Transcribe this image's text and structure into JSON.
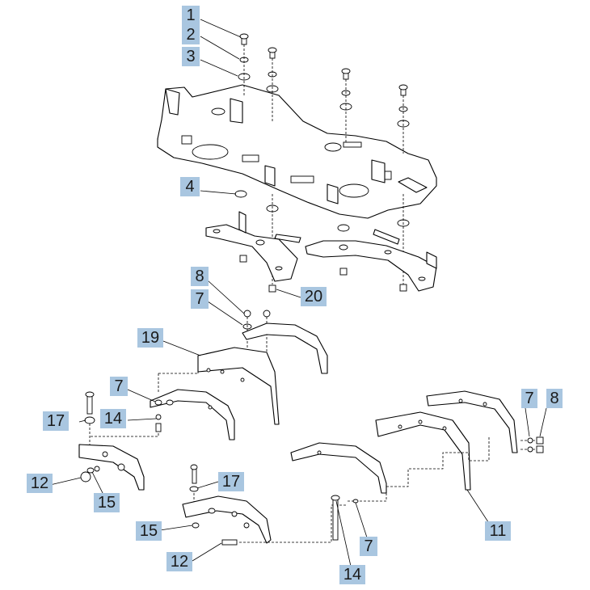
{
  "callouts": [
    {
      "id": "c1",
      "label": "1"
    },
    {
      "id": "c2",
      "label": "2"
    },
    {
      "id": "c3",
      "label": "3"
    },
    {
      "id": "c4",
      "label": "4"
    },
    {
      "id": "c20",
      "label": "20"
    },
    {
      "id": "c8a",
      "label": "8"
    },
    {
      "id": "c7a",
      "label": "7"
    },
    {
      "id": "c19",
      "label": "19"
    },
    {
      "id": "c7b",
      "label": "7"
    },
    {
      "id": "c17a",
      "label": "17"
    },
    {
      "id": "c14a",
      "label": "14"
    },
    {
      "id": "c12a",
      "label": "12"
    },
    {
      "id": "c15a",
      "label": "15"
    },
    {
      "id": "c17b",
      "label": "17"
    },
    {
      "id": "c15b",
      "label": "15"
    },
    {
      "id": "c12b",
      "label": "12"
    },
    {
      "id": "c7c",
      "label": "7"
    },
    {
      "id": "c8b",
      "label": "8"
    },
    {
      "id": "c11",
      "label": "11"
    },
    {
      "id": "c7d",
      "label": "7"
    },
    {
      "id": "c14b",
      "label": "14"
    }
  ]
}
